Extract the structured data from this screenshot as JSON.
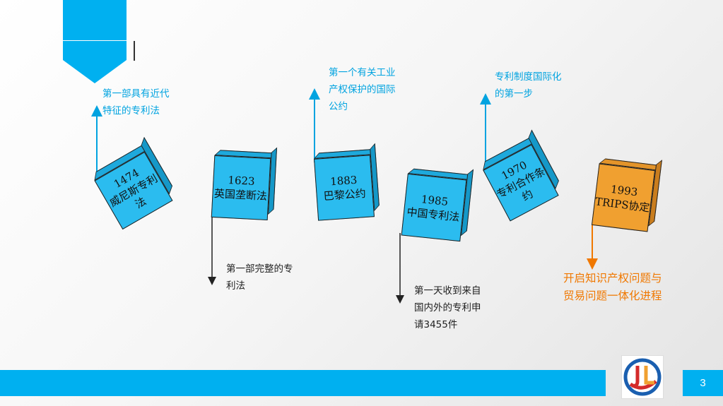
{
  "milestones": [
    {
      "year": "1474",
      "name": "威尼斯专利法",
      "note": "第一部具有近代\n特征的专利法"
    },
    {
      "year": "1623",
      "name": "英国垄断法",
      "note": "第一部完整的专\n利法"
    },
    {
      "year": "1883",
      "name": "巴黎公约",
      "note": "第一个有关工业\n产权保护的国际\n公约"
    },
    {
      "year": "1985",
      "name": "中国专利法",
      "note": "第一天收到来自\n国内外的专利申\n请3455件"
    },
    {
      "year": "1970",
      "name": "专利合作条约",
      "note": "专利制度国际化\n的第一步"
    },
    {
      "year": "1993",
      "name": "TRIPS协定",
      "note": "开启知识产权问题与\n贸易问题一体化进程"
    }
  ],
  "footer": {
    "page_number": "3"
  },
  "colors": {
    "accent": "#00b0f0",
    "cube": "#29b9ee",
    "highlight": "#f0a030",
    "highlight_text": "#f07800"
  }
}
